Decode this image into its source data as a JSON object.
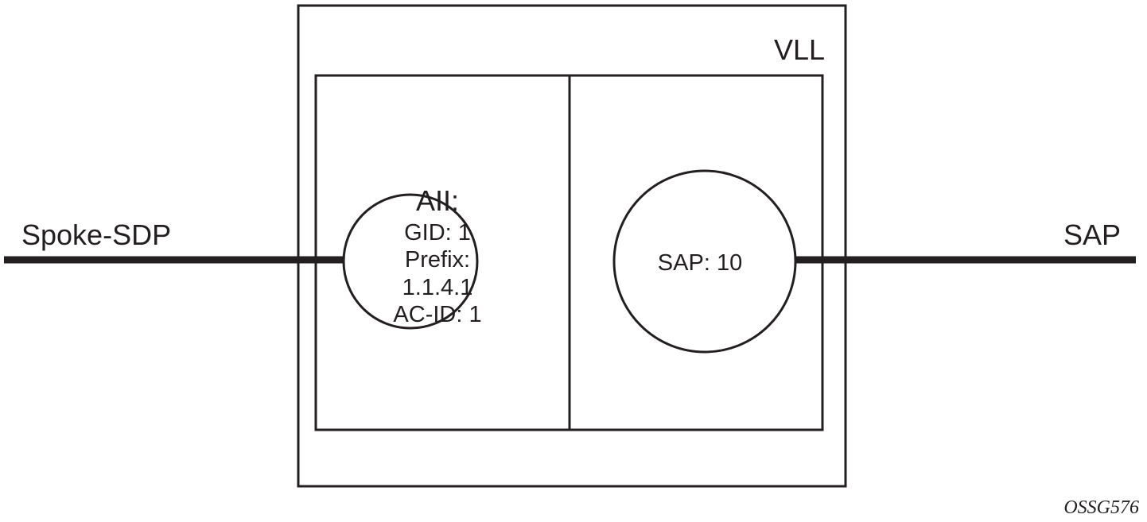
{
  "diagram": {
    "outer_box_label": "VLL",
    "left_line_label": "Spoke-SDP",
    "right_line_label": "SAP",
    "left_circle": {
      "lines": [
        "AII:",
        "GID: 1",
        "Prefix:",
        "1.1.4.1",
        "AC-ID: 1"
      ]
    },
    "right_circle": {
      "label": "SAP: 10"
    },
    "figure_id": "OSSG576"
  },
  "colors": {
    "stroke": "#231f20",
    "background": "#ffffff"
  }
}
